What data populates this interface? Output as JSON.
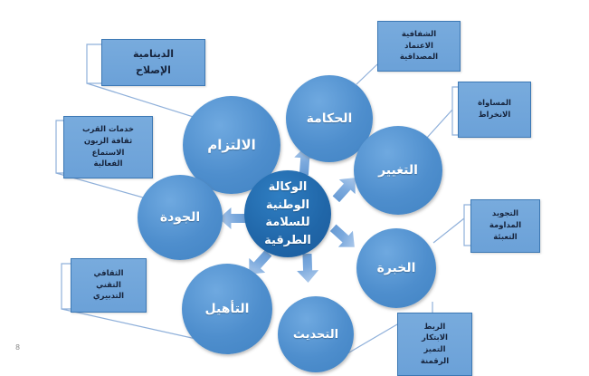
{
  "slide": {
    "page_number": "8",
    "colors": {
      "outer_circle": "#4e8ecd",
      "center_circle": "#2066a8",
      "callout_fill": "#6fa4d9",
      "callout_border": "#3c78b4",
      "arrow_fill": "#7ba9dd",
      "leader_line": "#8fb0da",
      "circle_text": "#ffffff",
      "callout_text": "#16233b"
    }
  },
  "center": {
    "label": "الوكالة\nالوطنية\nللسلامة\nالطرقية"
  },
  "circles": [
    {
      "id": "governance",
      "label": "الحكامة"
    },
    {
      "id": "commitment",
      "label": "الالتزام"
    },
    {
      "id": "change",
      "label": "التغيير"
    },
    {
      "id": "quality",
      "label": "الجودة"
    },
    {
      "id": "expertise",
      "label": "الخبرة"
    },
    {
      "id": "qualification",
      "label": "التأهيل"
    },
    {
      "id": "modernization",
      "label": "التحديث"
    }
  ],
  "callouts": [
    {
      "id": "reform",
      "text": "الدينامية\nالإصلاح"
    },
    {
      "id": "transparency",
      "text": "الشفافية\nالاعتماد\nالمصداقية"
    },
    {
      "id": "equality",
      "text": "المساواة\nالانخراط"
    },
    {
      "id": "proximity",
      "text": "خدمات القرب\nثقافة الزبون\nالاستماع\nالفعالية"
    },
    {
      "id": "improvement",
      "text": "التجويد\nالمداومة\nالتعبئة"
    },
    {
      "id": "cultural",
      "text": "الثقافي\nالتقني\nالتدبيري"
    },
    {
      "id": "connectivity",
      "text": "الربط\nالابتكار\nالتميز\nالرقمنة"
    }
  ]
}
